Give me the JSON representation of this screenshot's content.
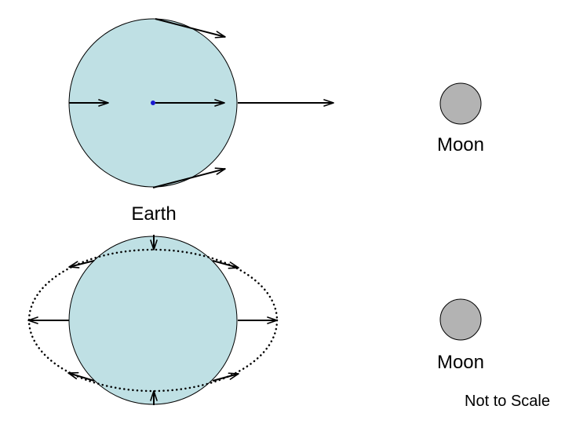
{
  "labels": {
    "earth": "Earth",
    "moon_top": "Moon",
    "moon_bottom": "Moon",
    "scale_note": "Not to Scale"
  },
  "colors": {
    "earth_fill": "#BFE0E4",
    "moon_fill": "#B3B3B3",
    "center_dot": "#1A1AD0",
    "stroke": "#000000"
  },
  "icons": {
    "force_arrow": "arrow-right",
    "tidal_bulge": "dotted-ellipse"
  }
}
